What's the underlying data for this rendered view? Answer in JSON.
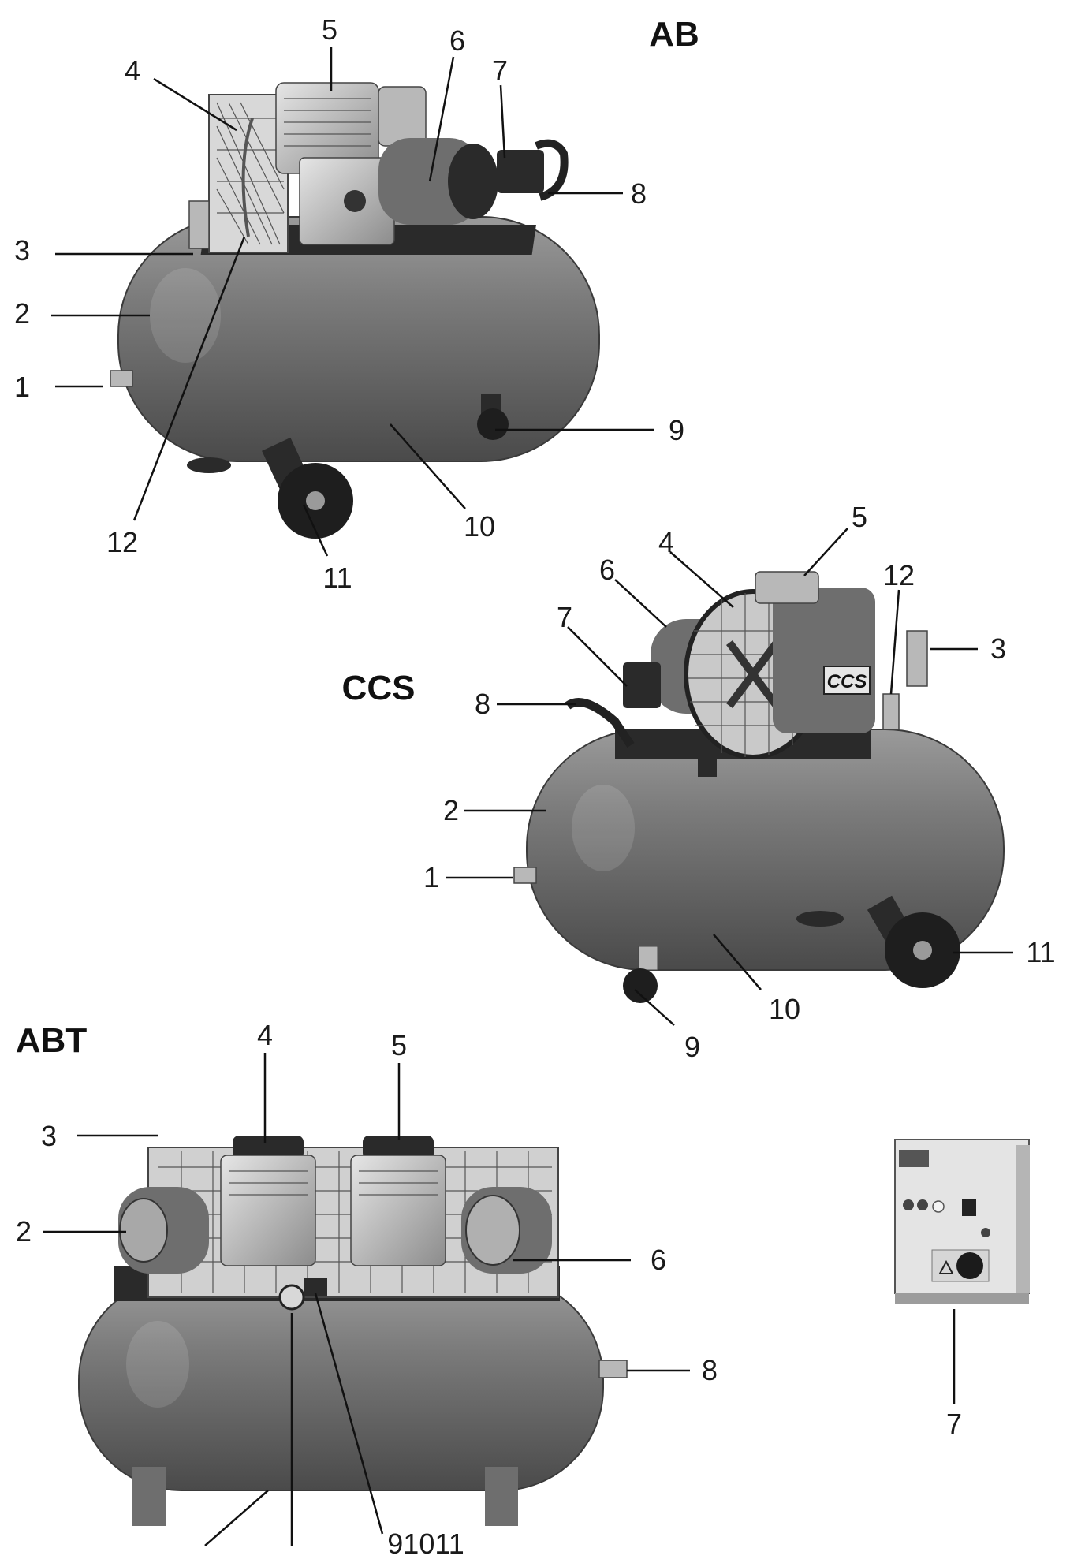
{
  "models": {
    "ab": {
      "title": "AB",
      "labels": [
        "1",
        "2",
        "3",
        "4",
        "5",
        "6",
        "7",
        "8",
        "9",
        "10",
        "11",
        "12"
      ]
    },
    "ccs": {
      "title": "CCS",
      "labels": [
        "1",
        "2",
        "3",
        "4",
        "5",
        "6",
        "7",
        "8",
        "9",
        "10",
        "11",
        "12"
      ],
      "badge": "CCS"
    },
    "abt": {
      "title": "ABT",
      "labels": [
        "2",
        "3",
        "4",
        "5",
        "6",
        "8",
        "91011"
      ]
    },
    "panel": {
      "label": "7"
    }
  },
  "colors": {
    "tank": "#6f6f6f",
    "ink": "#111111"
  }
}
